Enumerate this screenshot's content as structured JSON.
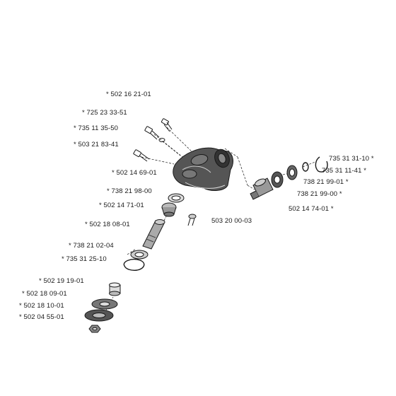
{
  "labels": {
    "l1": "* 502 16 21-01",
    "l2": "* 725 23 33-51",
    "l3": "* 735 11 35-50",
    "l4": "* 503 21 83-41",
    "l5": "* 502 14 69-01",
    "l6": "* 738 21 98-00",
    "l7": "* 502 14 71-01",
    "l8": "* 502 18 08-01",
    "l9": "* 738 21 02-04",
    "l10": "* 735 31 25-10",
    "l11": "* 502 19 19-01",
    "l12": "* 502 18 09-01",
    "l13": "* 502 18 10-01",
    "l14": "* 502 04 55-01",
    "l15": "503 20 00-03",
    "l16": "735 31 31-10 *",
    "l17": "735 31 11-41 *",
    "l18": "738 21 99-01 *",
    "l19": "738 21 99-00 *",
    "l20": "502 14 74-01 *"
  }
}
